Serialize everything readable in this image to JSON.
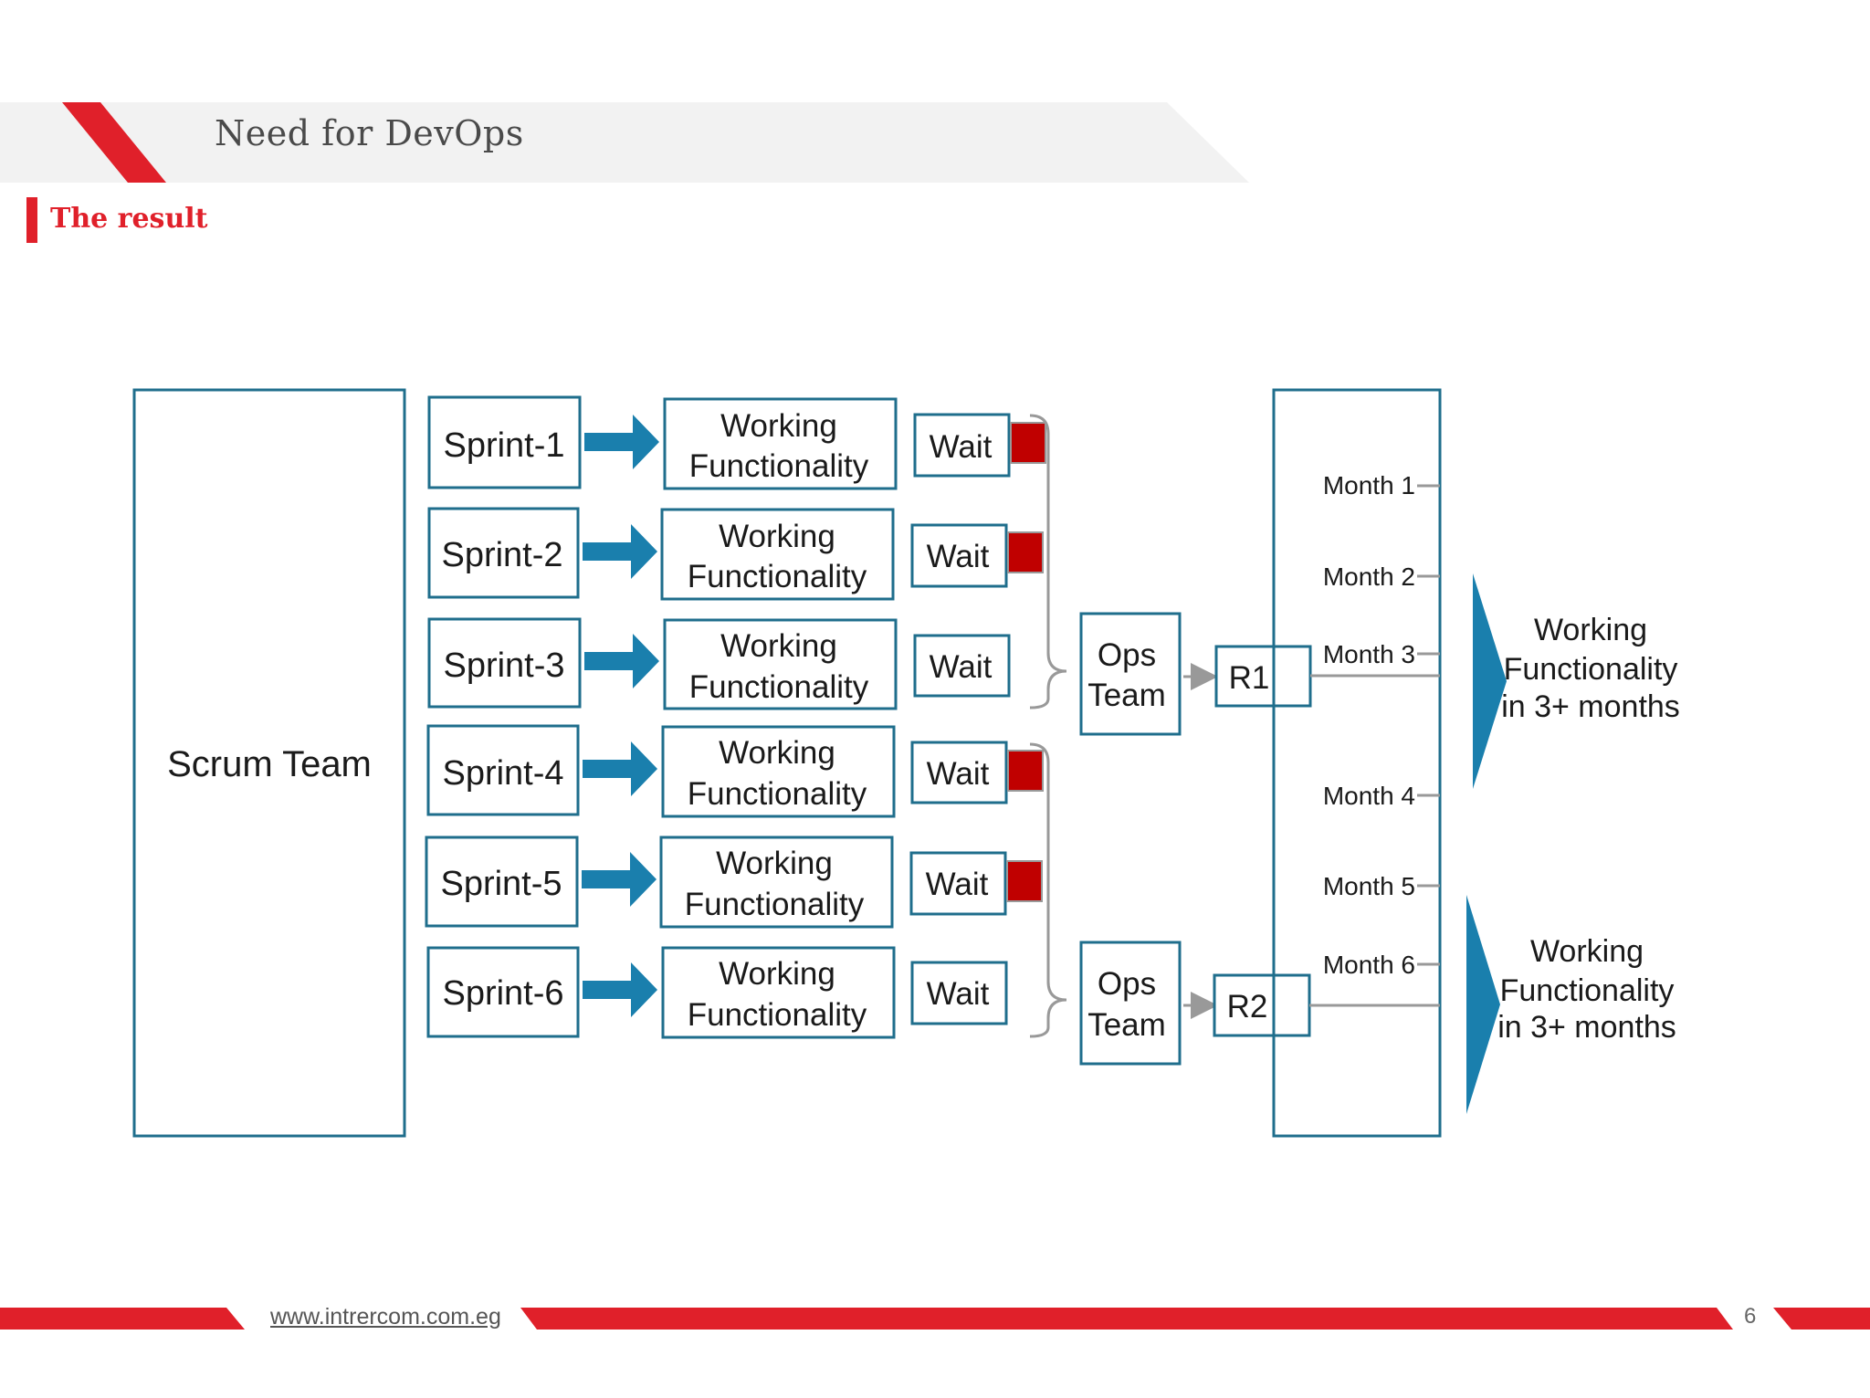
{
  "slide": {
    "title": "Need for DevOps",
    "section": "The result",
    "footer_url": "www.intrercom.com.eg",
    "page_number": "6"
  },
  "colors": {
    "brand_red": "#e0202a",
    "box_border": "#1f6e8c",
    "arrow_blue": "#1a7fad",
    "wait_marker": "#c00000",
    "bracket_gray": "#999999"
  },
  "diagram": {
    "scrum_team": "Scrum Team",
    "rows": [
      {
        "sprint": "Sprint-1",
        "output": [
          "Working",
          "Functionality"
        ],
        "wait": "Wait",
        "waiting": true
      },
      {
        "sprint": "Sprint-2",
        "output": [
          "Working",
          "Functionality"
        ],
        "wait": "Wait",
        "waiting": true
      },
      {
        "sprint": "Sprint-3",
        "output": [
          "Working",
          "Functionality"
        ],
        "wait": "Wait",
        "waiting": false
      },
      {
        "sprint": "Sprint-4",
        "output": [
          "Working",
          "Functionality"
        ],
        "wait": "Wait",
        "waiting": true
      },
      {
        "sprint": "Sprint-5",
        "output": [
          "Working",
          "Functionality"
        ],
        "wait": "Wait",
        "waiting": true
      },
      {
        "sprint": "Sprint-6",
        "output": [
          "Working",
          "Functionality"
        ],
        "wait": "Wait",
        "waiting": false
      }
    ],
    "ops_teams": [
      {
        "label": [
          "Ops",
          "Team"
        ],
        "release": "R1"
      },
      {
        "label": [
          "Ops",
          "Team"
        ],
        "release": "R2"
      }
    ],
    "months": [
      "Month 1",
      "Month 2",
      "Month 3",
      "Month 4",
      "Month 5",
      "Month 6"
    ],
    "results": [
      [
        "Working",
        "Functionality",
        "in 3+ months"
      ],
      [
        "Working",
        "Functionality",
        "in 3+ months"
      ]
    ]
  }
}
